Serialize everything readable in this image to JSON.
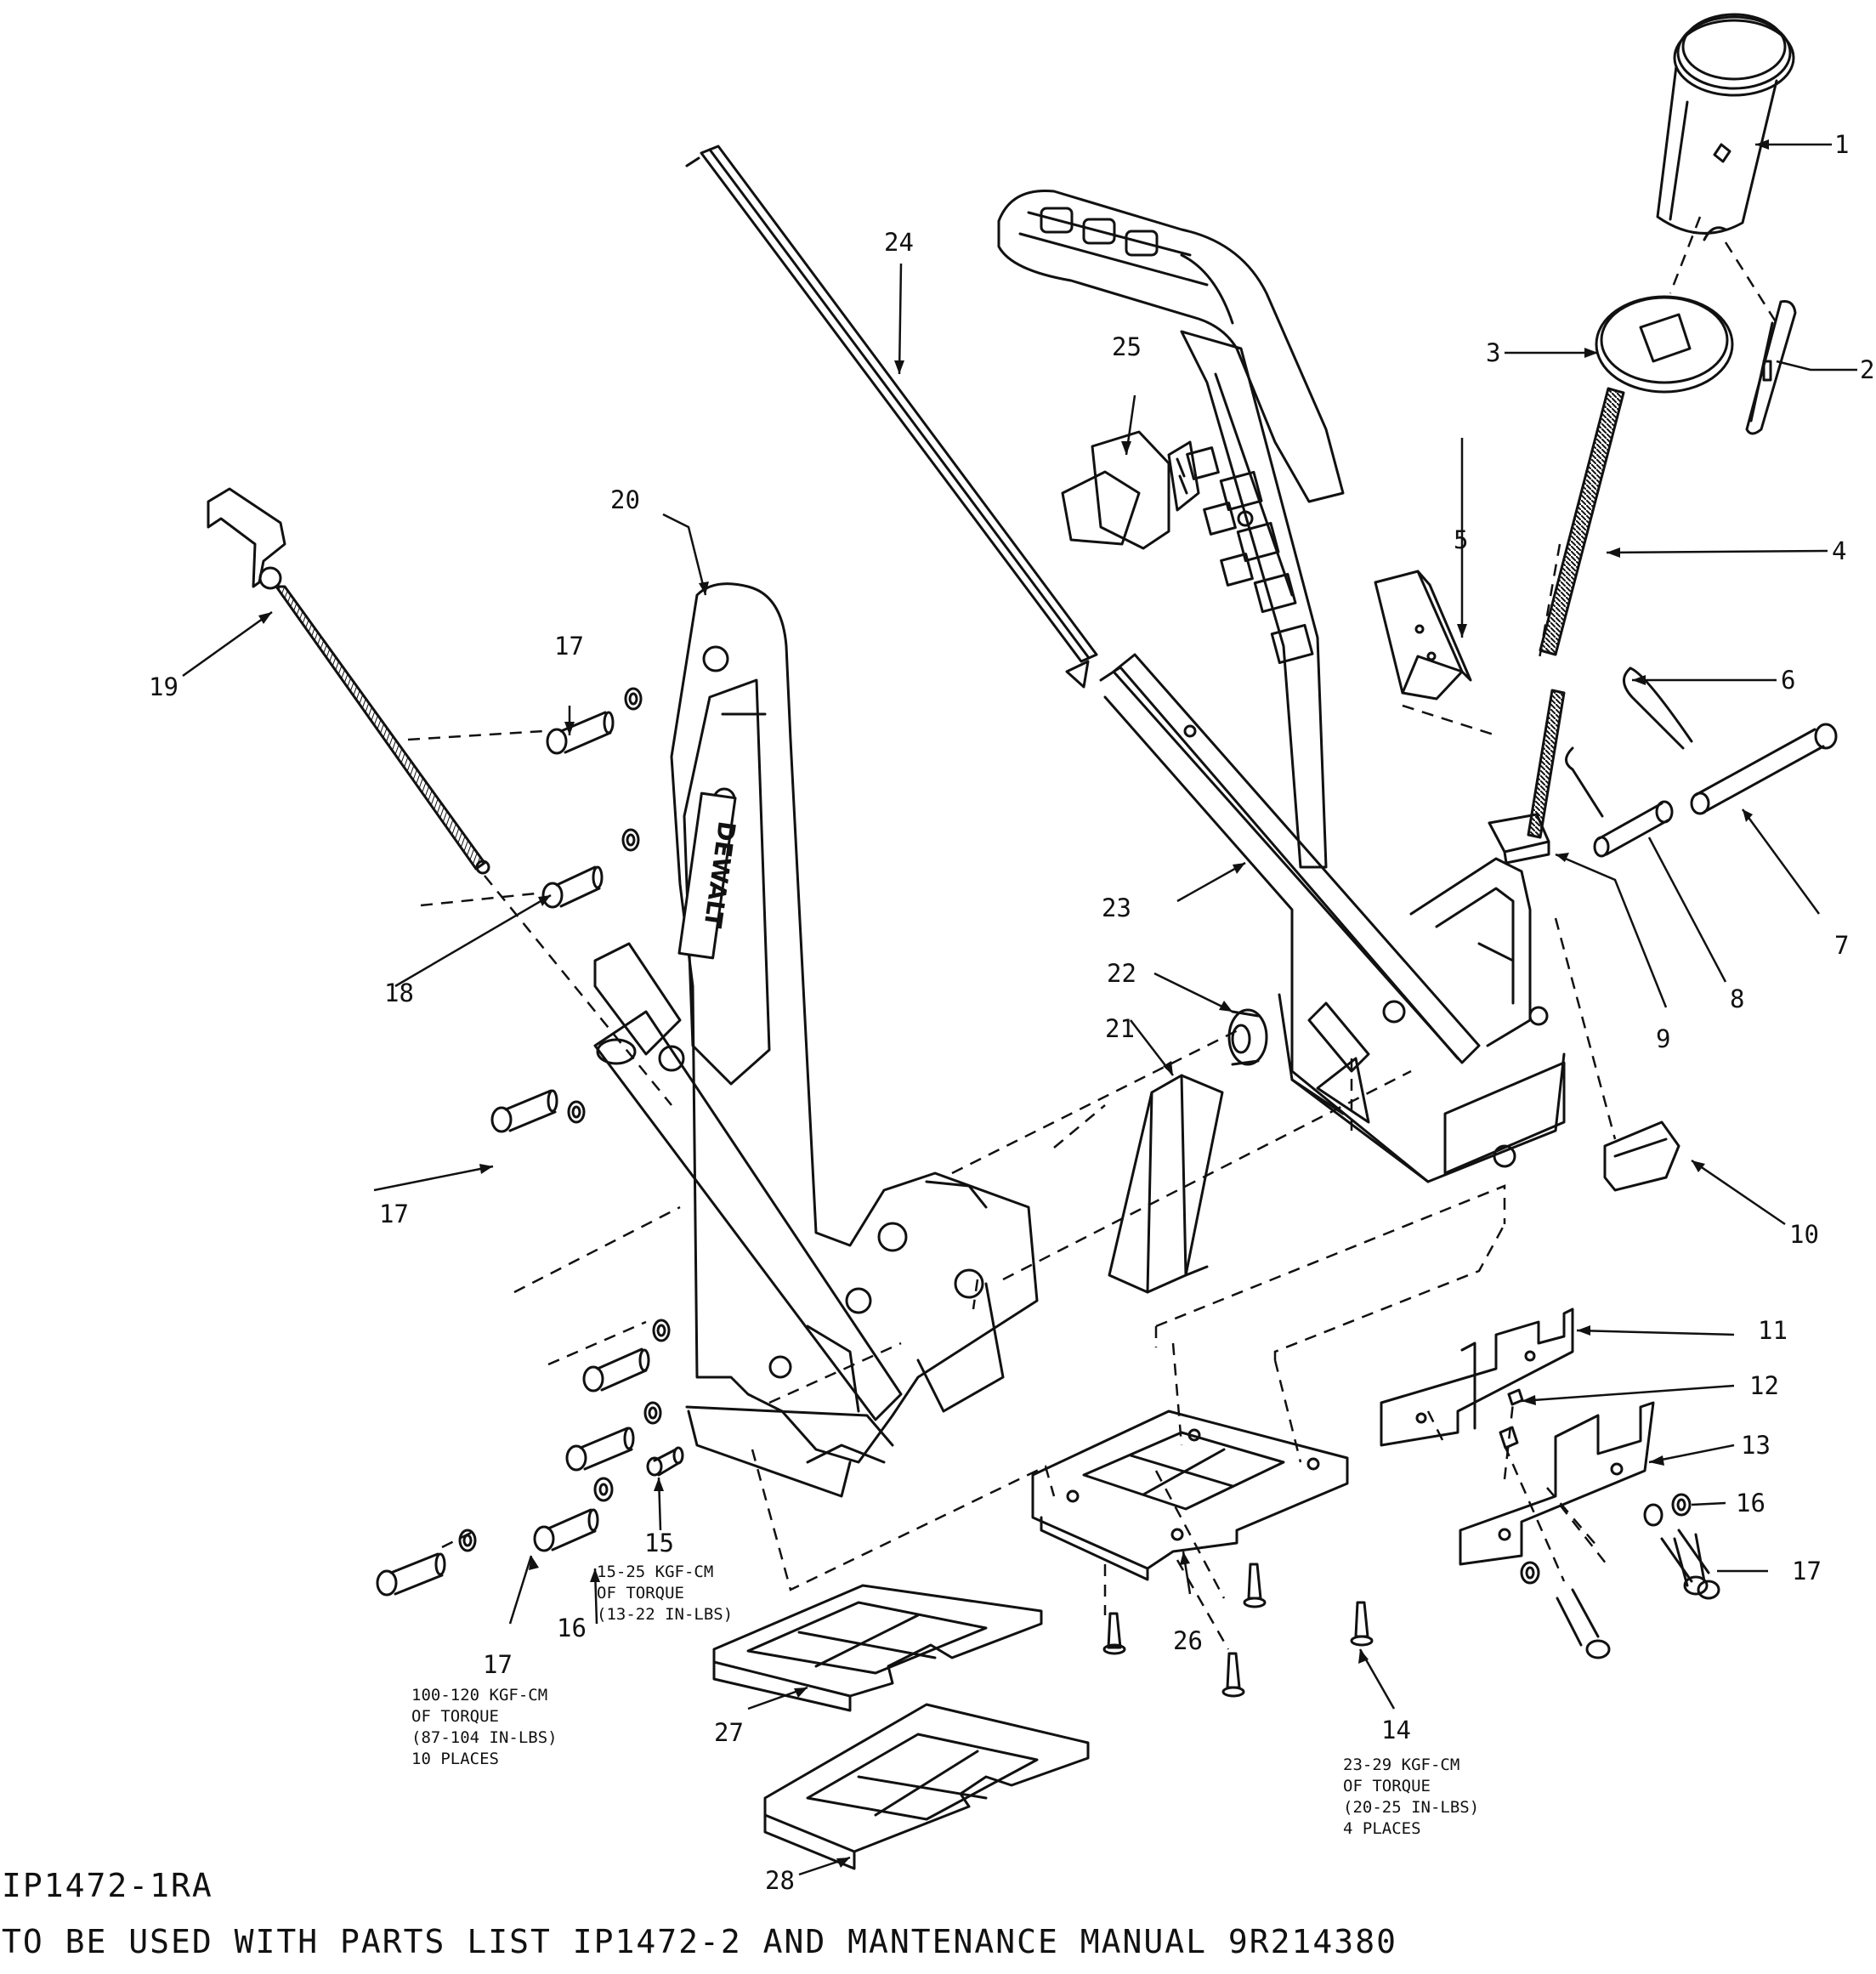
{
  "callouts": [
    {
      "id": "1",
      "text": "1"
    },
    {
      "id": "2",
      "text": "2"
    },
    {
      "id": "3",
      "text": "3"
    },
    {
      "id": "4",
      "text": "4"
    },
    {
      "id": "5",
      "text": "5"
    },
    {
      "id": "6",
      "text": "6"
    },
    {
      "id": "7",
      "text": "7"
    },
    {
      "id": "8",
      "text": "8"
    },
    {
      "id": "9",
      "text": "9"
    },
    {
      "id": "10",
      "text": "10"
    },
    {
      "id": "11",
      "text": "11"
    },
    {
      "id": "12",
      "text": "12"
    },
    {
      "id": "13",
      "text": "13"
    },
    {
      "id": "14",
      "text": "14"
    },
    {
      "id": "15",
      "text": "15"
    },
    {
      "id": "16a",
      "text": "16"
    },
    {
      "id": "16b",
      "text": "16"
    },
    {
      "id": "17a",
      "text": "17"
    },
    {
      "id": "17b",
      "text": "17"
    },
    {
      "id": "17c",
      "text": "17"
    },
    {
      "id": "17d",
      "text": "17"
    },
    {
      "id": "18",
      "text": "18"
    },
    {
      "id": "19",
      "text": "19"
    },
    {
      "id": "20",
      "text": "20"
    },
    {
      "id": "21",
      "text": "21"
    },
    {
      "id": "22",
      "text": "22"
    },
    {
      "id": "23",
      "text": "23"
    },
    {
      "id": "24",
      "text": "24"
    },
    {
      "id": "25",
      "text": "25"
    },
    {
      "id": "26",
      "text": "26"
    },
    {
      "id": "27",
      "text": "27"
    },
    {
      "id": "28",
      "text": "28"
    }
  ],
  "torque_notes": {
    "part15": [
      "15-25 KGF-CM",
      "OF TORQUE",
      "(13-22 IN-LBS)"
    ],
    "part17": [
      "100-120 KGF-CM",
      "OF TORQUE",
      "(87-104 IN-LBS)",
      "10 PLACES"
    ],
    "part14": [
      "23-29 KGF-CM",
      "OF TORQUE",
      "(20-25 IN-LBS)",
      "4 PLACES"
    ]
  },
  "brand_mark": "DEWALT",
  "footer": {
    "doc_id": "IP1472-1RA",
    "note": "TO BE USED WITH PARTS LIST IP1472-2 AND MANTENANCE MANUAL 9R214380"
  }
}
